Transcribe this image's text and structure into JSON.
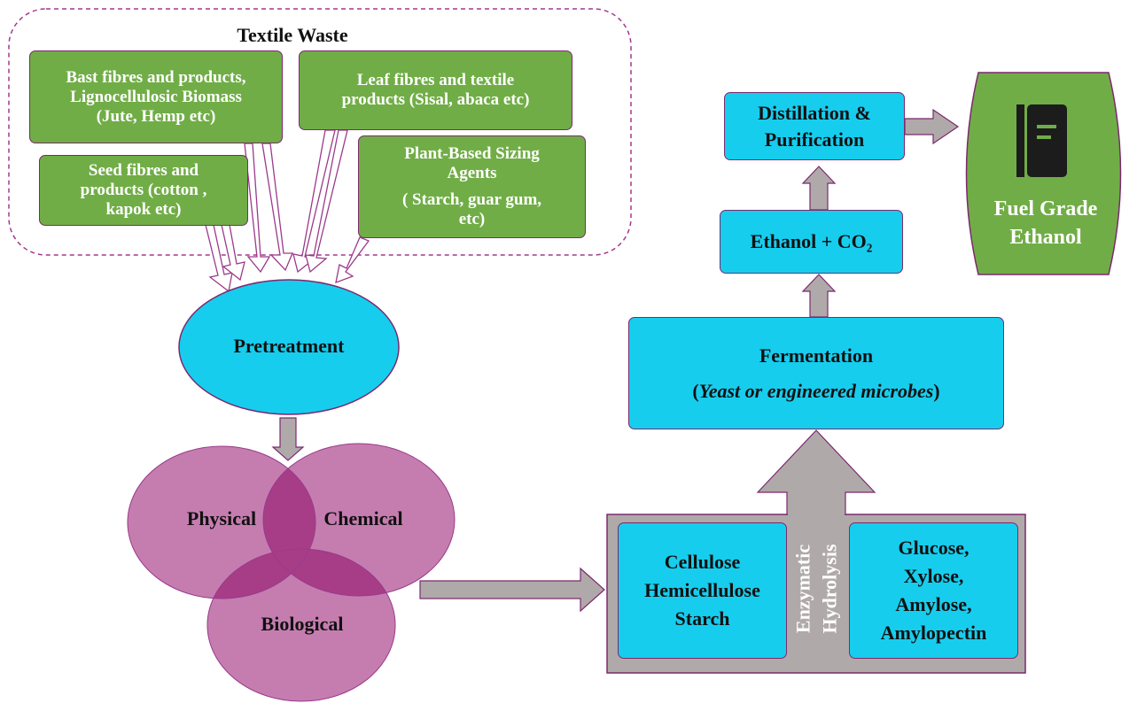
{
  "textile_waste": {
    "title": "Textile Waste",
    "sources": {
      "bast": [
        "Bast fibres and products,",
        "Lignocellulosic Biomass",
        "(Jute, Hemp etc)"
      ],
      "leaf": [
        "Leaf fibres and textile",
        "products (Sisal, abaca etc)"
      ],
      "seed": [
        "Seed fibres and",
        "products (cotton ,",
        "kapok etc)"
      ],
      "sizing": [
        "Plant-Based Sizing",
        "Agents",
        "( Starch, guar gum,",
        "etc)"
      ]
    }
  },
  "pretreatment": {
    "label": "Pretreatment",
    "methods": [
      "Physical",
      "Chemical",
      "Biological"
    ]
  },
  "hydrolysis": {
    "substrates": [
      "Cellulose",
      "Hemicellulose",
      "Starch"
    ],
    "process": [
      "Enzymatic",
      "Hydrolysis"
    ],
    "products": [
      "Glucose,",
      "Xylose,",
      "Amylose,",
      "Amylopectin"
    ]
  },
  "fermentation": {
    "label": "Fermentation",
    "paren_open": "(",
    "agent": "Yeast or engineered microbes",
    "paren_close": ")"
  },
  "ethanol_co2": "Ethanol + CO₂",
  "distillation": [
    "Distillation &",
    "Purification"
  ],
  "fuel": [
    "Fuel Grade",
    "Ethanol"
  ],
  "colors": {
    "green": "#71ad47",
    "cyan": "#17cdee",
    "purple_border": "#7a2a6e",
    "venn": "#c57db0",
    "venn_overlap": "#a73d86",
    "gray_arrow": "#b0a9a9",
    "icon": "#1c1c1c"
  },
  "icons": [
    "fuel-pump-icon"
  ]
}
